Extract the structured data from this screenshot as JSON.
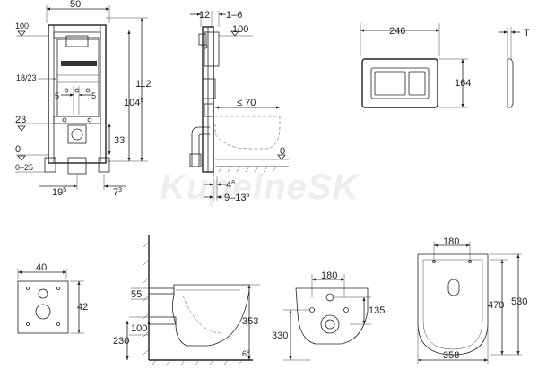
{
  "watermark": "KupelneSK",
  "frame_front": {
    "width": "50",
    "h_top": "100",
    "h_total": "112",
    "h_104": "104",
    "h_104_sup": "5",
    "h_33": "33",
    "h_23": "23",
    "h_0": "0",
    "h_range": "0–25",
    "pipe_range": "18/23",
    "offset_left": "5",
    "offset_right": "5",
    "bottom_left": "19",
    "bottom_left_sup": "5",
    "bottom_right": "7",
    "bottom_right_sup": "3"
  },
  "frame_side": {
    "top_depth": "12",
    "top_range": "1–6",
    "h_top": "100",
    "projection": "≤ 70",
    "h_0": "0",
    "bottom_small": "4",
    "bottom_small_sup": "8",
    "bottom_range": "9–13",
    "bottom_range_sup": "5"
  },
  "plate": {
    "width": "246",
    "height": "164",
    "thickness": "T"
  },
  "cover": {
    "width": "40",
    "height": "42"
  },
  "bowl_side": {
    "h_55": "55",
    "h_100": "100",
    "h_230": "230",
    "h_353": "353",
    "angle": "6°"
  },
  "bowl_front": {
    "width_180": "180",
    "h_135": "135",
    "h_330": "330"
  },
  "bowl_top": {
    "width_180": "180",
    "depth_470": "470",
    "depth_530": "530",
    "width_358": "358"
  }
}
